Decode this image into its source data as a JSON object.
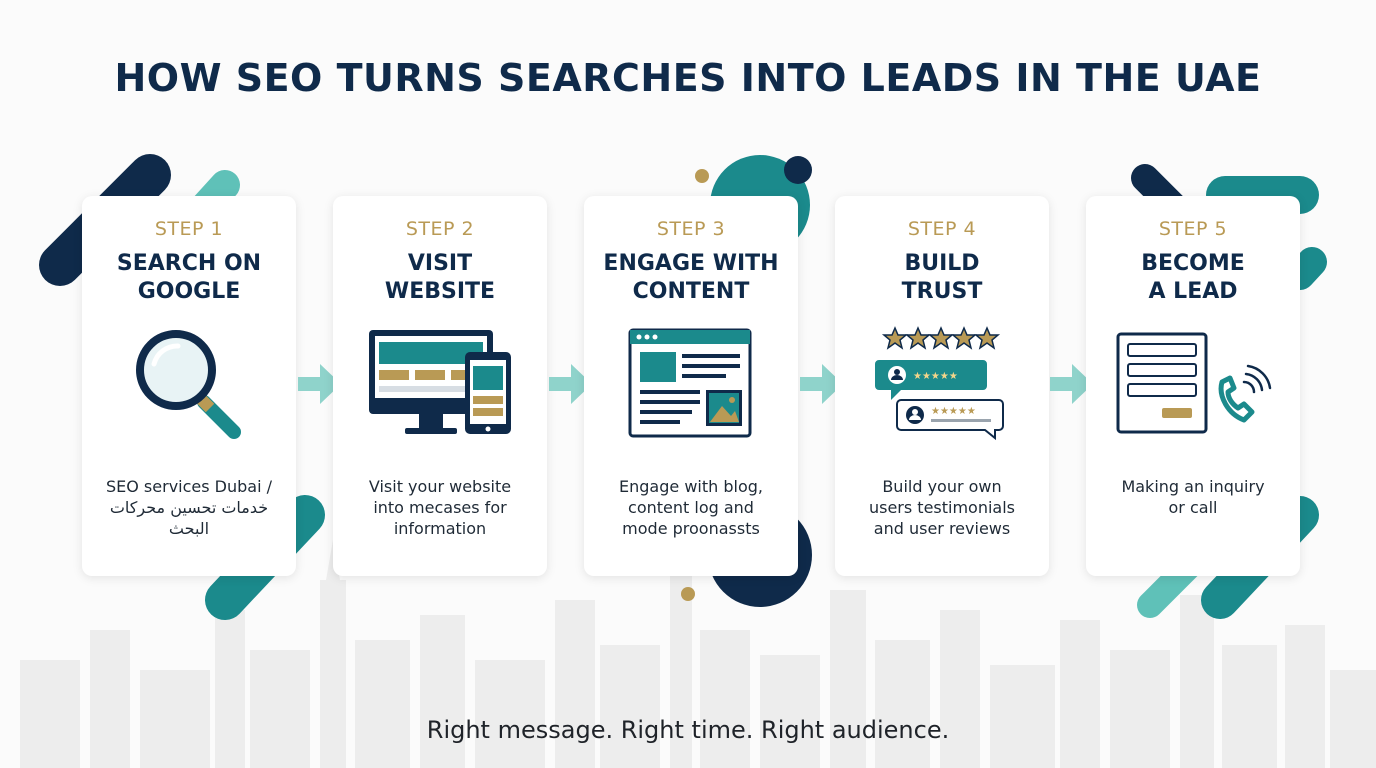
{
  "title": "HOW SEO TURNS SEARCHES INTO LEADS IN THE UAE",
  "tagline": "Right message. Right time. Right audience.",
  "colors": {
    "navy": "#0f2a4a",
    "teal": "#1b8a8c",
    "light_teal": "#5fc1b8",
    "gold": "#b99a55",
    "skyline": "#ececec"
  },
  "steps": [
    {
      "label": "STEP 1",
      "title_lines": [
        "SEARCH ON",
        "GOOGLE"
      ],
      "desc_lines": [
        "SEO services Dubai /",
        "خدمات تحسين محركات البحث"
      ],
      "icon": "magnifying-glass-icon"
    },
    {
      "label": "STEP 2",
      "title_lines": [
        "VISIT",
        "WEBSITE"
      ],
      "desc_lines": [
        "Visit your website",
        "into mecases for",
        "information"
      ],
      "icon": "desktop-and-phone-icon"
    },
    {
      "label": "STEP 3",
      "title_lines": [
        "ENGAGE WITH",
        "CONTENT"
      ],
      "desc_lines": [
        "Engage with blog,",
        "content log and",
        "mode proonassts"
      ],
      "icon": "browser-content-icon"
    },
    {
      "label": "STEP 4",
      "title_lines": [
        "BUILD",
        "TRUST"
      ],
      "desc_lines": [
        "Build your own",
        "users testimonials",
        "and user reviews"
      ],
      "icon": "reviews-icon"
    },
    {
      "label": "STEP 5",
      "title_lines": [
        "BECOME",
        "A LEAD"
      ],
      "desc_lines": [
        "Making an inquiry",
        "or call"
      ],
      "icon": "form-and-phone-icon"
    }
  ]
}
